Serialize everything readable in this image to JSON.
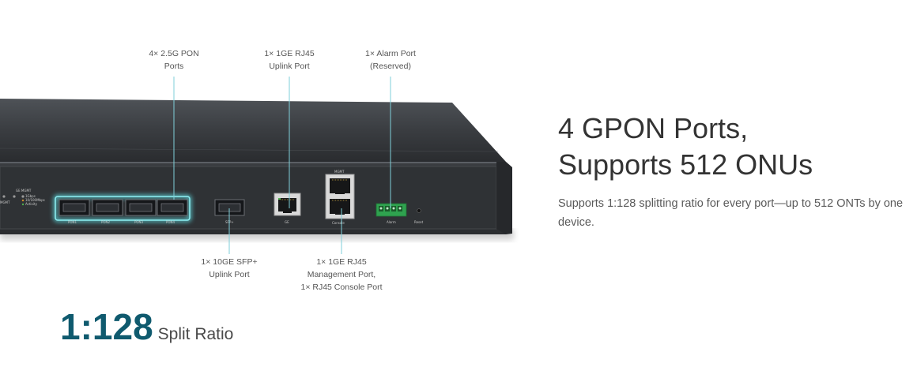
{
  "callouts": {
    "pon_ports": [
      "4× 2.5G PON",
      "Ports"
    ],
    "uplink_rj45": [
      "1× 1GE RJ45",
      "Uplink Port"
    ],
    "alarm_port": [
      "1× Alarm Port",
      "(Reserved)"
    ],
    "sfp_uplink": [
      "1× 10GE SFP+",
      "Uplink Port"
    ],
    "management": [
      "1× 1GE RJ45",
      "Management Port,",
      "1× RJ45 Console Port"
    ]
  },
  "panel_labels": {
    "pon": [
      "PON1",
      "PON2",
      "PON3",
      "PON4"
    ],
    "sfp": "SFP+",
    "ge": "GE",
    "mgmt": "MGMT",
    "console": "Console",
    "alarm": "Alarm",
    "reset": "Reset",
    "led_title": "GE MGMT",
    "led_modes": [
      "1Gbps",
      "10/100Mbps",
      "Activity"
    ],
    "led_mgmt": "MGMT"
  },
  "heading": {
    "line1": "4 GPON Ports,",
    "line2": "Supports 512 ONUs"
  },
  "description": "Supports 1:128 splitting ratio for every port—up to 512 ONTs by one device.",
  "ratio": {
    "value": "1:128",
    "label": "Split Ratio"
  },
  "colors": {
    "accent": "#0f5a6e",
    "callout_line": "#7fcfd9",
    "highlight_glow": "#5fe0e6"
  }
}
